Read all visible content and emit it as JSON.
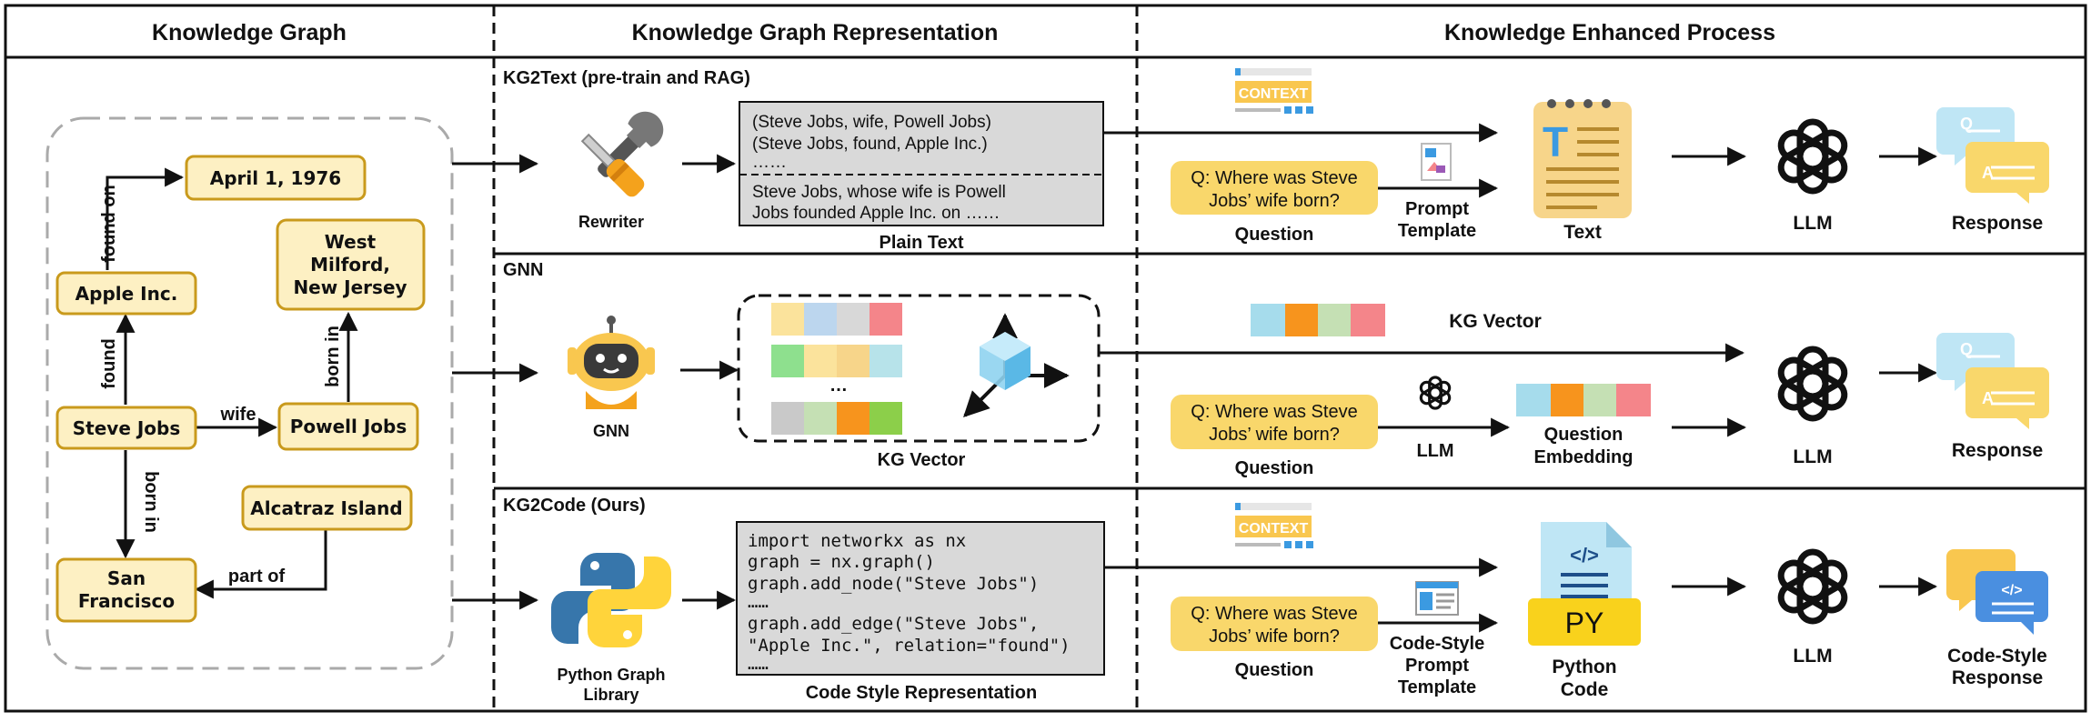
{
  "headers": {
    "col1": "Knowledge Graph",
    "col2": "Knowledge Graph Representation",
    "col3": "Knowledge Enhanced Process"
  },
  "graph": {
    "nodes": {
      "april": "April 1, 1976",
      "apple": "Apple Inc.",
      "west_line1": "West",
      "west_line2": "Milford,",
      "west_line3": "New Jersey",
      "steve": "Steve Jobs",
      "powell": "Powell Jobs",
      "alcatraz": "Alcatraz Island",
      "sf_line1": "San",
      "sf_line2": "Francisco"
    },
    "edges": {
      "found_on": "found on",
      "found": "found",
      "wife": "wife",
      "born_in_powell": "born in",
      "born_in_steve": "born in",
      "part_of": "part of"
    }
  },
  "rows": {
    "kg2text": {
      "title": "KG2Text (pre-train and RAG)",
      "tool_label": "Rewriter",
      "text_lines": [
        "(Steve Jobs, wife, Powell Jobs)",
        "(Steve Jobs, found, Apple Inc.)",
        "……",
        "Steve Jobs, whose wife is Powell",
        "Jobs founded Apple Inc. on ……"
      ],
      "box_caption": "Plain Text",
      "context_label": "CONTEXT",
      "question_line1": "Q: Where was Steve",
      "question_line2": "Jobs’ wife born?",
      "question_caption": "Question",
      "template_line1": "Prompt",
      "template_line2": "Template",
      "text_caption": "Text",
      "llm_label": "LLM",
      "response_label": "Response",
      "qa_q": "Q",
      "qa_a": "A"
    },
    "gnn": {
      "title": "GNN",
      "tool_label": "GNN",
      "dots": "…",
      "box_caption": "KG Vector",
      "vector_label": "KG Vector",
      "question_line1": "Q: Where was Steve",
      "question_line2": "Jobs’ wife born?",
      "question_caption": "Question",
      "llm_small_label": "LLM",
      "embed_line1": "Question",
      "embed_line2": "Embedding",
      "llm_label": "LLM",
      "response_label": "Response",
      "qa_q": "Q",
      "qa_a": "A"
    },
    "kg2code": {
      "title": "KG2Code (Ours)",
      "tool_line1": "Python Graph",
      "tool_line2": "Library",
      "code_lines": [
        "import networkx as nx",
        "graph = nx.graph()",
        "graph.add_node(\"Steve Jobs\")",
        "……",
        "graph.add_edge(\"Steve Jobs\",",
        "\"Apple Inc.\", relation=\"found\")",
        "……"
      ],
      "box_caption": "Code Style Representation",
      "context_label": "CONTEXT",
      "question_line1": "Q: Where was Steve",
      "question_line2": "Jobs’ wife born?",
      "question_caption": "Question",
      "template_line1": "Code-Style",
      "template_line2": "Prompt",
      "template_line3": "Template",
      "py_label": "PY",
      "py_tag": "</>",
      "code_caption_line1": "Python",
      "code_caption_line2": "Code",
      "llm_label": "LLM",
      "response_line1": "Code-Style",
      "response_line2": "Response",
      "code_bubble": "</>"
    }
  },
  "colors": {
    "node_fill": "#fdf0c3",
    "node_stroke": "#c99a1c",
    "question_fill": "#f9d76b",
    "box_fill": "#d9d9d9",
    "bubble_blue": "#bfe6f5",
    "bubble_yellow": "#f9d76b",
    "vec1": [
      "#a6dcec",
      "#f7941d",
      "#c5e0b4",
      "#f4858a"
    ],
    "vec_grid": [
      [
        "#fbe39c",
        "#bcd6ee",
        "#d8d8d8",
        "#f4858a"
      ],
      [
        "#8ee08e",
        "#fbe39c",
        "#f7d58a",
        "#b7e3ea"
      ],
      [
        "#c9c9c9",
        "#c5e0b4",
        "#f7941d",
        "#8ccf4a"
      ]
    ]
  },
  "icons": {
    "tools": "wrench-screwdriver-icon",
    "robot": "robot-icon",
    "python": "python-logo-icon",
    "llm": "openai-logo-icon",
    "doc": "document-icon",
    "py_file": "python-file-icon",
    "cube": "3d-cube-axes-icon",
    "response": "chat-bubble-icon"
  }
}
